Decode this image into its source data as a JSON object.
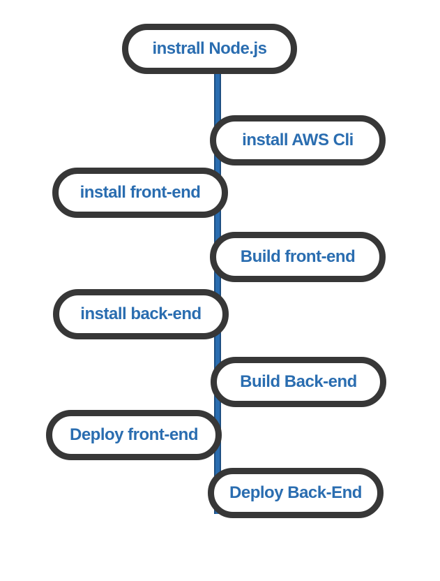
{
  "diagram": {
    "steps": [
      {
        "id": "step-1",
        "label": "instrall Node.js"
      },
      {
        "id": "step-2",
        "label": "install AWS Cli"
      },
      {
        "id": "step-3",
        "label": "install front-end"
      },
      {
        "id": "step-4",
        "label": "Build front-end"
      },
      {
        "id": "step-5",
        "label": "install back-end"
      },
      {
        "id": "step-6",
        "label": "Build Back-end"
      },
      {
        "id": "step-7",
        "label": "Deploy front-end"
      },
      {
        "id": "step-8",
        "label": "Deploy Back-End"
      }
    ],
    "colors": {
      "line": "#2a6db0",
      "border": "#373737",
      "text": "#2a6db0"
    }
  }
}
